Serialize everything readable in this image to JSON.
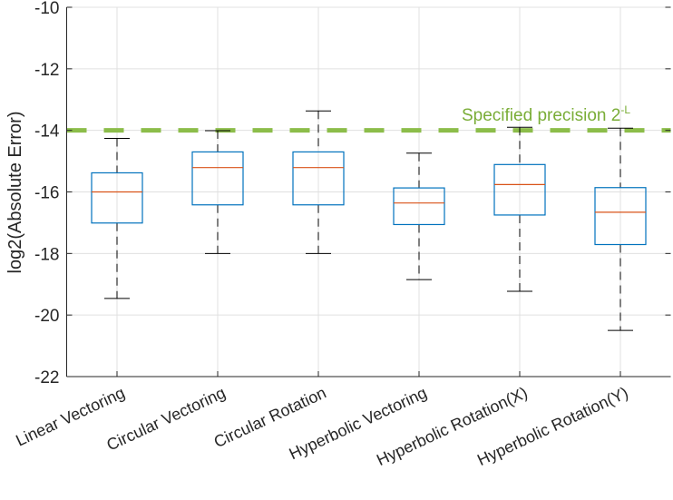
{
  "chart_data": {
    "type": "box",
    "title": "",
    "xlabel": "",
    "ylabel": "log2(Absolute Error)",
    "ylim": [
      -22,
      -10
    ],
    "yticks": [
      -22,
      -20,
      -18,
      -16,
      -14,
      -12,
      -10
    ],
    "grid": true,
    "categories": [
      "Linear Vectoring",
      "Circular Vectoring",
      "Circular Rotation",
      "Hyperbolic Vectoring",
      "Hyperbolic Rotation(X)",
      "Hyperbolic Rotation(Y)"
    ],
    "boxes": [
      {
        "whisker_low": -19.46,
        "q1": -17.01,
        "median": -16.0,
        "q3": -15.38,
        "whisker_high": -14.26
      },
      {
        "whisker_low": -18.0,
        "q1": -16.42,
        "median": -15.21,
        "q3": -14.7,
        "whisker_high": -14.01
      },
      {
        "whisker_low": -18.0,
        "q1": -16.42,
        "median": -15.21,
        "q3": -14.7,
        "whisker_high": -13.37
      },
      {
        "whisker_low": -18.85,
        "q1": -17.06,
        "median": -16.36,
        "q3": -15.87,
        "whisker_high": -14.74
      },
      {
        "whisker_low": -19.23,
        "q1": -16.75,
        "median": -15.76,
        "q3": -15.11,
        "whisker_high": -13.9
      },
      {
        "whisker_low": -20.5,
        "q1": -17.71,
        "median": -16.66,
        "q3": -15.86,
        "whisker_high": -13.93
      }
    ],
    "reference_line": {
      "y": -14,
      "label": "Specified  precision  2",
      "label_superscript": "-L",
      "color": "#8cbd4a"
    },
    "colors": {
      "box": "#0072bd",
      "median": "#d95319",
      "whisker": "#000000",
      "grid": "#e0e0e0",
      "axis": "#262626"
    }
  }
}
